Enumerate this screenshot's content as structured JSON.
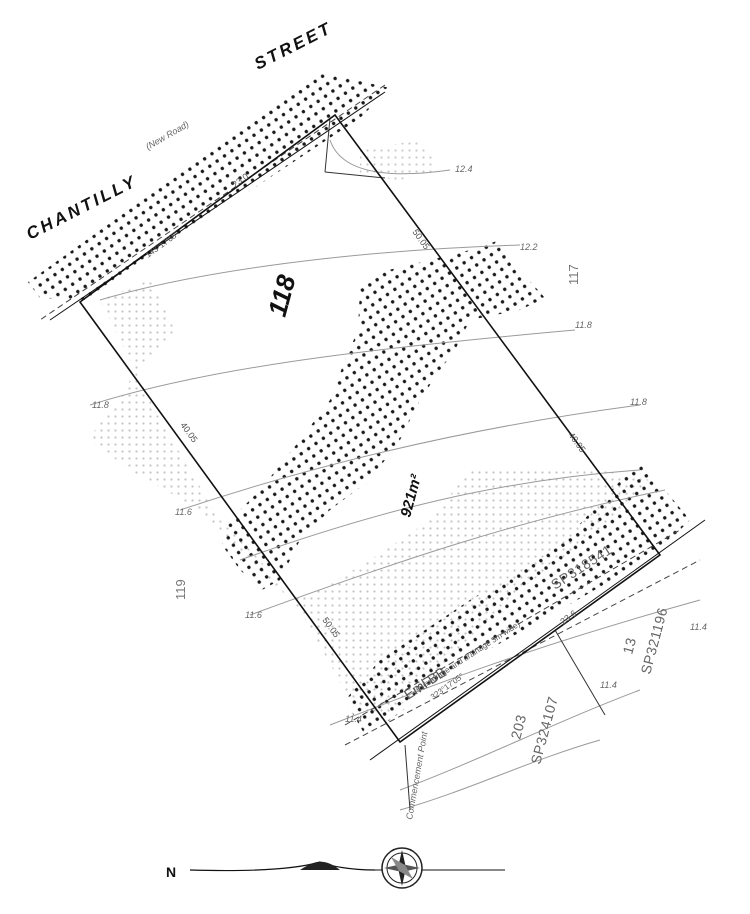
{
  "plan": {
    "street": {
      "name_left": "CHANTILLY",
      "name_right": "STREET",
      "note": "(New Road)"
    },
    "lot": {
      "number": "118",
      "area": "921m²"
    },
    "neighbours": {
      "north": "117",
      "south": "119",
      "rear_lot": "13",
      "rear_plan": "SP321196",
      "rear_left_lot": "203",
      "rear_left_plan": "SP324107"
    },
    "dimensions": {
      "frontage": "23.0",
      "rear": "23.6",
      "side_north": "50.05",
      "side_south": "40.05",
      "side_south_lower": "50.05",
      "side_north_lower": "40.05",
      "bearing_front": "143°17'05\"",
      "bearing_rear": "323°17'05\""
    },
    "easement": {
      "label": "Eml BB",
      "desc": "(Sewerage and drainage 3m wide)",
      "plan": "SP318541"
    },
    "contours": [
      "12.2",
      "11.8",
      "11.8",
      "11.8",
      "11.6",
      "11.4",
      "11.4",
      "11.4",
      "12.4",
      "11.6"
    ],
    "commencement": "Commencement Point",
    "north_label": "N"
  }
}
